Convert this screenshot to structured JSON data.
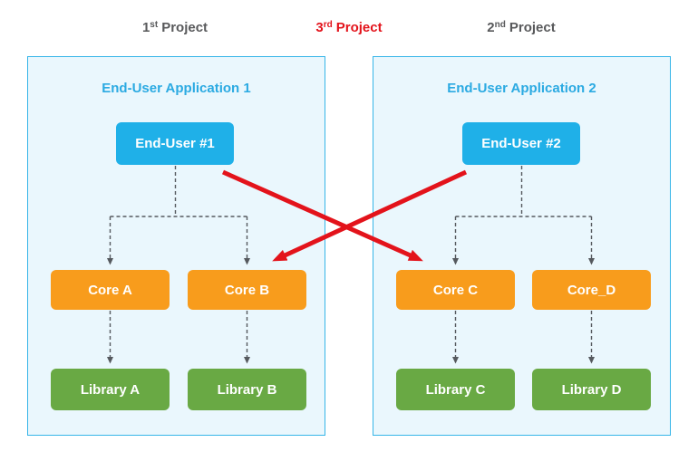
{
  "colors": {
    "panel_bg": "#EAF7FD",
    "panel_border": "#36B5E8",
    "enduser_fill": "#1FB0E8",
    "header_text": "#2BAAE2",
    "core_fill": "#F89C1C",
    "library_fill": "#69A944",
    "arrow_red": "#E3131B",
    "title_gray": "#58595B",
    "dash_gray": "#55595E"
  },
  "titles": [
    {
      "num": "1",
      "sup": "st",
      "word": "Project"
    },
    {
      "num": "3",
      "sup": "rd",
      "word": "Project"
    },
    {
      "num": "2",
      "sup": "nd",
      "word": "Project"
    }
  ],
  "panels": [
    {
      "header": "End-User Application 1",
      "end_user": "End-User #1",
      "cores": [
        "Core A",
        "Core B"
      ],
      "libraries": [
        "Library A",
        "Library B"
      ]
    },
    {
      "header": "End-User Application 2",
      "end_user": "End-User #2",
      "cores": [
        "Core C",
        "Core_D"
      ],
      "libraries": [
        "Library C",
        "Library D"
      ]
    }
  ]
}
